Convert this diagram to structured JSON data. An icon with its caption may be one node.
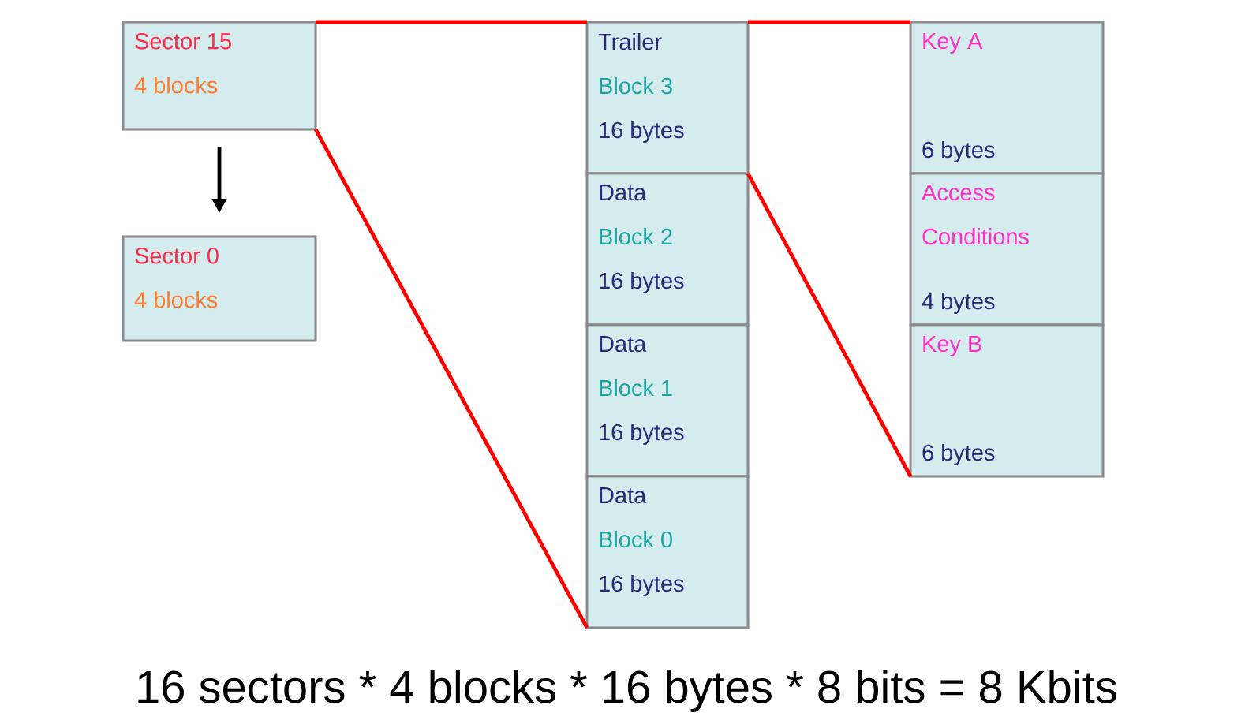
{
  "diagram": {
    "nodes": [
      {
        "text": [
          "Sector 15",
          "4 blocks"
        ]
      },
      {
        "text": [
          "Sector 0",
          "4 blocks"
        ]
      },
      {
        "text": [
          "Trailer",
          "Block 3",
          "16 bytes"
        ]
      },
      {
        "text": [
          "Data",
          "Block 2",
          "16 bytes"
        ]
      },
      {
        "text": [
          "Data",
          "Block 1",
          "16 bytes"
        ]
      },
      {
        "text": [
          "Data",
          "Block 0",
          "16 bytes"
        ]
      },
      {
        "text": [
          "Key A",
          "6 bytes"
        ]
      },
      {
        "text": [
          "Access Conditions",
          "4 bytes"
        ]
      },
      {
        "text": [
          "Key B",
          "6 bytes"
        ]
      }
    ],
    "edges": [
      {
        "from": 0,
        "to": 1,
        "arrow": "to",
        "color": "#000000"
      },
      {
        "from": 0,
        "to": 2,
        "arrow": "none",
        "color": "#ff0000"
      },
      {
        "from": 0,
        "to": 5,
        "arrow": "none",
        "color": "#ff0000"
      },
      {
        "from": 2,
        "to": 6,
        "arrow": "none",
        "color": "#ff0000"
      },
      {
        "from": 2,
        "to": 8,
        "arrow": "none",
        "color": "#ff0000"
      }
    ],
    "labels": [
      "16 sectors * 4 blocks * 16 bytes * 8 bits = 8 Kbits"
    ]
  }
}
